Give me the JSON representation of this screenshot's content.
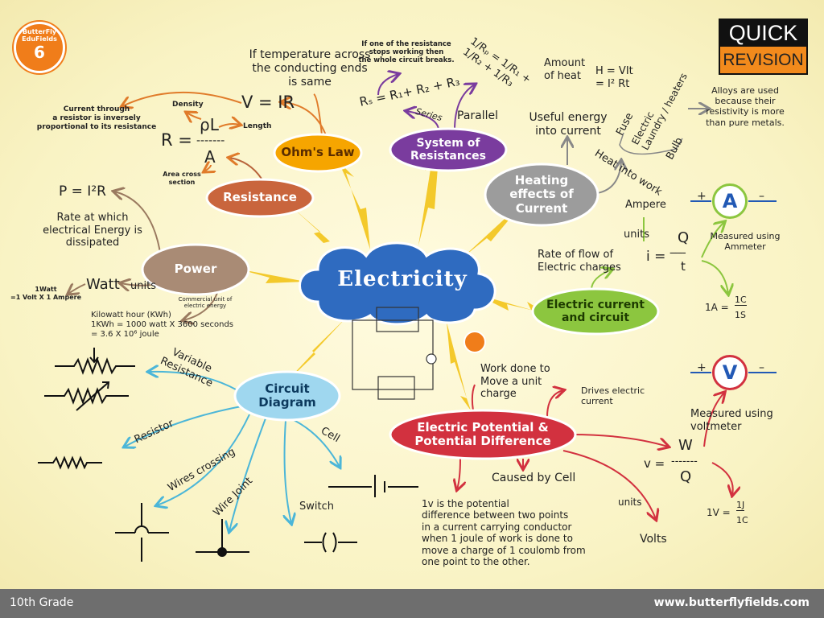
{
  "logo": {
    "text": "ButterFly EduFields",
    "number": "6"
  },
  "badge": {
    "line1": "QUICK",
    "line2": "REVISION"
  },
  "center": {
    "title": "Electricity"
  },
  "nodes": {
    "ohms_law": "Ohm's Law",
    "system_of_resistances": "System of\nResistances",
    "resistance": "Resistance",
    "power": "Power",
    "heating": "Heating\neffects of\nCurrent",
    "current": "Electric current\nand circuit",
    "potential": "Electric Potential &\nPotential Difference",
    "circuit": "Circuit\nDiagram"
  },
  "ohm": {
    "condition": "If temperature across\nthe conducting ends\nis same",
    "formula": "V = IR",
    "note": "Current through\na resistor is inversely\nproportional to its resistance"
  },
  "resistance": {
    "lhs": "R =",
    "numerator": "ρL",
    "denominator": "A",
    "dashes": "-------",
    "density": "Density",
    "length": "Length",
    "area": "Area cross\nsection"
  },
  "power": {
    "formula": "P = I²R",
    "definition": "Rate at which\nelectrical Energy is\ndissipated",
    "watt": "Watt",
    "units": "units",
    "watt_def": "1Watt\n=1 Volt X 1 Ampere",
    "commercial": "Commercial unit of\nelectric energy",
    "kwh": "Kilowatt hour (KWh)\n1KWh = 1000 watt X 3600 seconds\n         = 3.6 X 10⁶ joule"
  },
  "resistances": {
    "series_note": "If one of the resistance\nstops working then\nthe whole circuit breaks.",
    "series_formula": "Rₛ = R₁+ R₂ + R₃",
    "series": "Series",
    "parallel": "Parallel",
    "parallel_formula": "1/Rₚ = 1/R₁ + 1/R₂ + 1/R₃"
  },
  "heating": {
    "amount": "Amount\nof heat",
    "formula": "H = VIt\n    = I² Rt",
    "useful": "Useful energy\ninto current",
    "heat_work": "Heat into work",
    "fuse": "Fuse",
    "laundry": "Electric\nLaundry / heaters",
    "bulb": "Bulb",
    "alloys": "Alloys are used\nbecause their\nresistivity is more\nthan pure metals."
  },
  "current": {
    "rate": "Rate of flow of\nElectric charges",
    "formula_lhs": "i =",
    "numerator": "Q",
    "denominator": "t",
    "dashes": "------",
    "units": "units",
    "ampere": "Ampere",
    "ammeter_symbol": "A",
    "plus": "+",
    "minus": "–",
    "measured": "Measured using\nAmmeter",
    "amp_def": "1A = ",
    "amp_num": "1C",
    "amp_den": "1S"
  },
  "potential": {
    "work": "Work done to\nMove a unit\ncharge",
    "drives": "Drives electric\ncurrent",
    "voltmeter_symbol": "V",
    "plus": "+",
    "minus": "–",
    "measured": "Measured using\nvoltmeter",
    "formula_lhs": "v =",
    "numerator": "W",
    "denominator": "Q",
    "dashes": "-------",
    "volt_def": "1V = ",
    "volt_num": "1J",
    "volt_den": "1C",
    "caused": "Caused by Cell",
    "units": "units",
    "volts": "Volts",
    "definition": "1v is the potential\ndifference between two points\nin a current carrying conductor\nwhen 1 joule of work is done to\nmove a charge of 1 coulomb from\none point to the other."
  },
  "circuit": {
    "variable": "Variable\nResistance",
    "resistor": "Resistor",
    "crossing": "Wires crossing",
    "joint": "Wire Joint",
    "switch": "Switch",
    "cell": "Cell"
  },
  "footer": {
    "grade": "10th Grade",
    "url": "www.butterflyfields.com"
  },
  "colors": {
    "ohm": "#f6a500",
    "system": "#7a3c9e",
    "resistance": "#c9653d",
    "power": "#a98b75",
    "heating": "#9c9c9c",
    "current": "#8cc63f",
    "potential": "#d2313f",
    "circuit": "#9fd7ef",
    "cloud": "#2f6bc0",
    "footer": "#6e6e6e",
    "badge_orange": "#f28a1c"
  }
}
